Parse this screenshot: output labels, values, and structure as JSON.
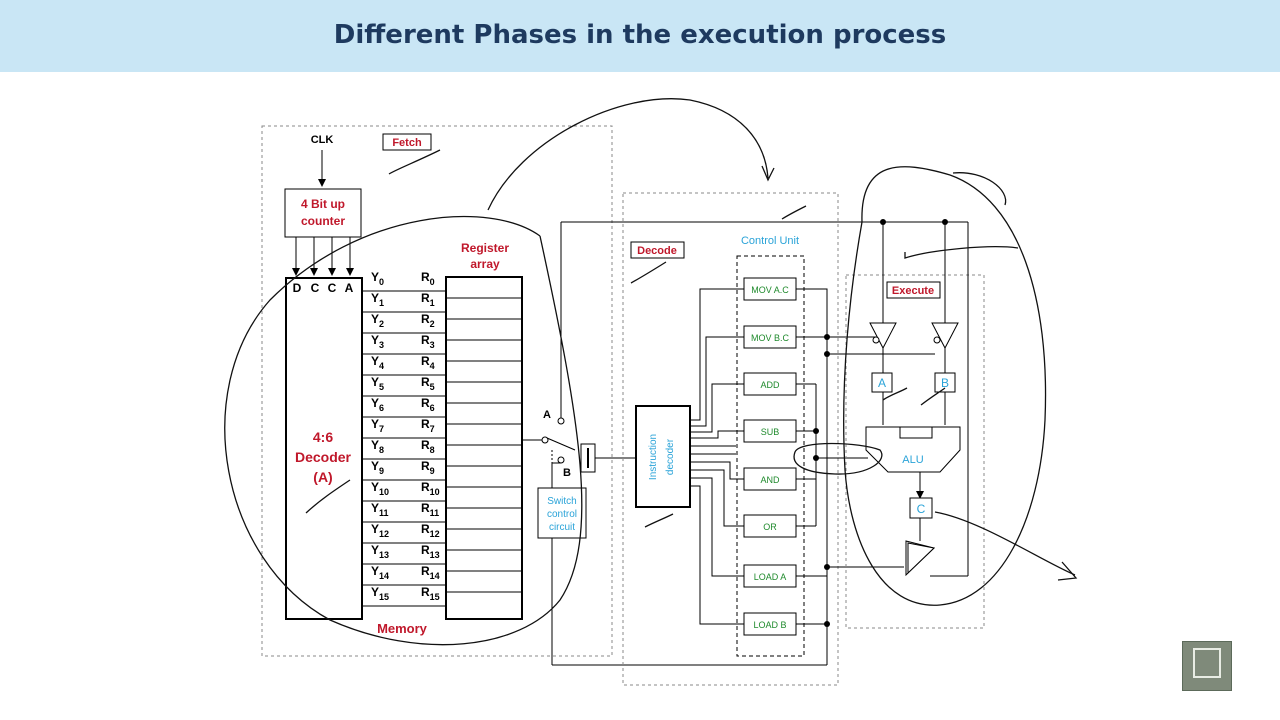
{
  "title": "Different Phases in the execution process",
  "fetch": {
    "clk": "CLK",
    "phase_label": "Fetch",
    "counter_line1": "4 Bit up",
    "counter_line2": "counter",
    "decoder_inputs": [
      "D",
      "C",
      "C",
      "A"
    ],
    "decoder_line1": "4:6",
    "decoder_line2": "Decoder",
    "decoder_line3": "(A)",
    "outputs": [
      {
        "y": "Y",
        "ys": "0",
        "r": "R",
        "rs": "0"
      },
      {
        "y": "Y",
        "ys": "1",
        "r": "R",
        "rs": "1"
      },
      {
        "y": "Y",
        "ys": "2",
        "r": "R",
        "rs": "2"
      },
      {
        "y": "Y",
        "ys": "3",
        "r": "R",
        "rs": "3"
      },
      {
        "y": "Y",
        "ys": "4",
        "r": "R",
        "rs": "4"
      },
      {
        "y": "Y",
        "ys": "5",
        "r": "R",
        "rs": "5"
      },
      {
        "y": "Y",
        "ys": "6",
        "r": "R",
        "rs": "6"
      },
      {
        "y": "Y",
        "ys": "7",
        "r": "R",
        "rs": "7"
      },
      {
        "y": "Y",
        "ys": "8",
        "r": "R",
        "rs": "8"
      },
      {
        "y": "Y",
        "ys": "9",
        "r": "R",
        "rs": "9"
      },
      {
        "y": "Y",
        "ys": "10",
        "r": "R",
        "rs": "10"
      },
      {
        "y": "Y",
        "ys": "11",
        "r": "R",
        "rs": "11"
      },
      {
        "y": "Y",
        "ys": "12",
        "r": "R",
        "rs": "12"
      },
      {
        "y": "Y",
        "ys": "13",
        "r": "R",
        "rs": "13"
      },
      {
        "y": "Y",
        "ys": "14",
        "r": "R",
        "rs": "14"
      },
      {
        "y": "Y",
        "ys": "15",
        "r": "R",
        "rs": "15"
      }
    ],
    "register_line1": "Register",
    "register_line2": "array",
    "memory_label": "Memory",
    "switch_a": "A",
    "switch_b": "B",
    "switch_line1": "Switch",
    "switch_line2": "control",
    "switch_line3": "circuit"
  },
  "decode": {
    "phase_label": "Decode",
    "control_unit": "Control Unit",
    "decoder_line1": "Instruction",
    "decoder_line2": "decoder",
    "instructions": [
      "MOV A.C",
      "MOV B.C",
      "ADD",
      "SUB",
      "AND",
      "OR",
      "LOAD A",
      "LOAD B"
    ]
  },
  "execute": {
    "phase_label": "Execute",
    "reg_a": "A",
    "reg_b": "B",
    "alu": "ALU",
    "reg_c": "C"
  },
  "colors": {
    "title_bg": "#c9e6f5",
    "title_text": "#1e3a5f",
    "red_label": "#c0182b",
    "green_label": "#1f8a2c",
    "blue_label": "#2aa3d8"
  }
}
